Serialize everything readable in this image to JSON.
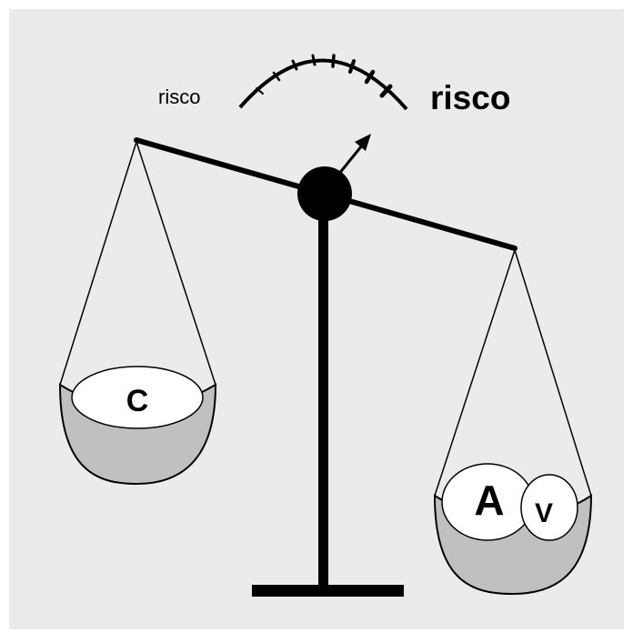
{
  "gauge": {
    "left_label": "risco",
    "right_label": "risco"
  },
  "left_pan": {
    "weight_label": "C"
  },
  "right_pan": {
    "weight_a_label": "A",
    "weight_v_label": "V"
  },
  "colors": {
    "background": "#ebebeb",
    "ink": "#000000",
    "pan_fill": "#c0c0c0",
    "weight_fill": "#ffffff"
  }
}
